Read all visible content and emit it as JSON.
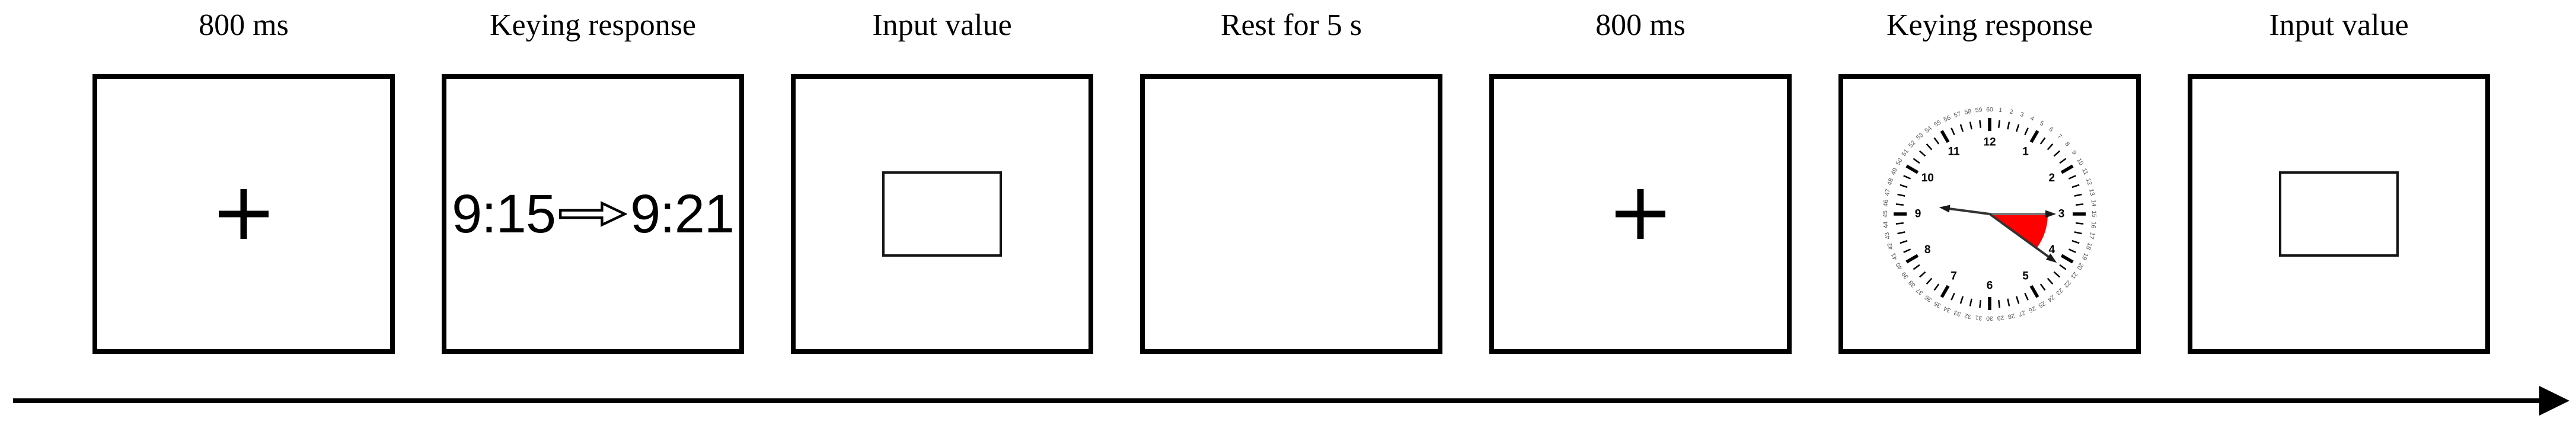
{
  "figure": {
    "background": "#ffffff",
    "panels": [
      {
        "label": "800 ms",
        "type": "fixation",
        "symbol": "+"
      },
      {
        "label": "Keying response",
        "type": "keying",
        "start_time": "9:15",
        "end_time": "9:21",
        "arrow_icon": "double-right-arrow"
      },
      {
        "label": "Input value",
        "type": "input-box"
      },
      {
        "label": "Rest for 5 s",
        "type": "blank"
      },
      {
        "label": "800 ms",
        "type": "fixation",
        "symbol": "+"
      },
      {
        "label": "Keying response",
        "type": "clock"
      },
      {
        "label": "Input value",
        "type": "input-box"
      }
    ],
    "clock": {
      "depicted_start_time": "9:15",
      "depicted_target_time": "9:21",
      "hour_labels": [
        "1",
        "2",
        "3",
        "4",
        "5",
        "6",
        "7",
        "8",
        "9",
        "10",
        "11",
        "12"
      ],
      "minute_labels_from": 1,
      "minute_labels_to": 60,
      "hour_hand_deg": 277.5,
      "minute_hand_deg": 90,
      "target_hand_deg": 126,
      "sector_start_deg": 90,
      "sector_end_deg": 126,
      "sector_color": "#ff0000",
      "hour_hand_color": "#333333",
      "minute_hand_color": "#777777",
      "target_hand_color": "#333333",
      "arrowhead_color": "#1a1a1a",
      "tick_color": "#000000",
      "hour_number_color": "#000000",
      "minute_number_color": "#555555"
    },
    "timeline_arrow": {
      "direction": "right",
      "color": "#000000"
    }
  }
}
